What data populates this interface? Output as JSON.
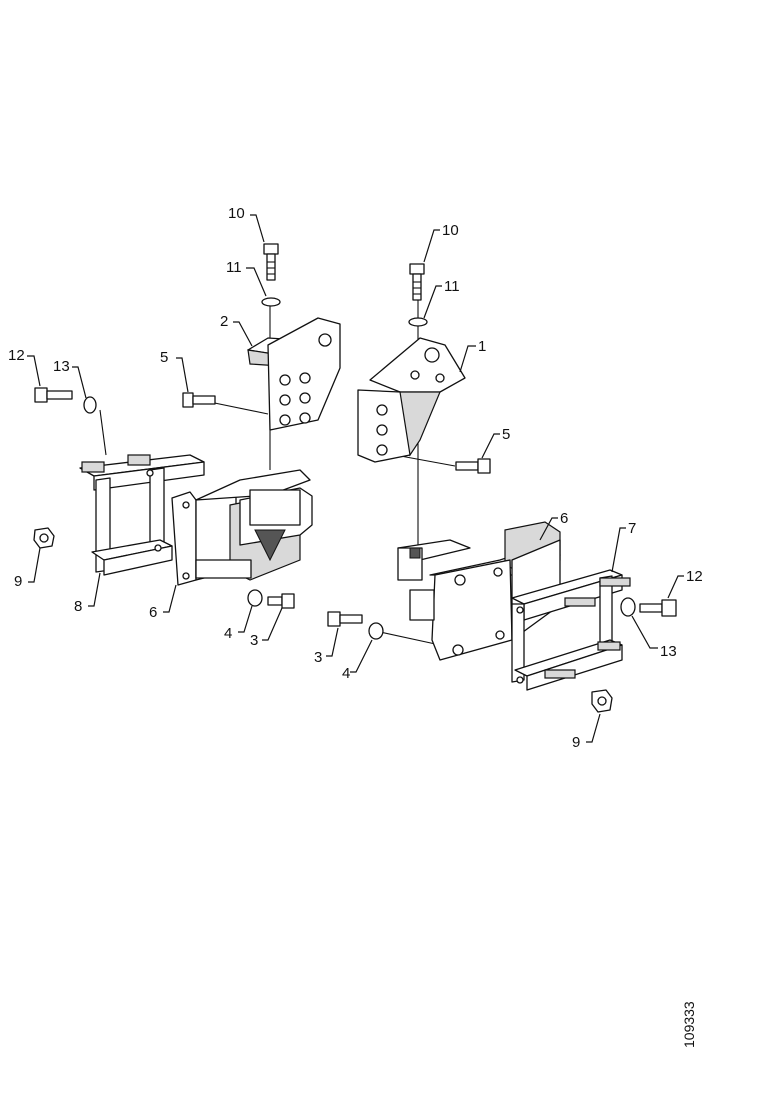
{
  "diagram": {
    "document_number": "109333",
    "left_assembly_callouts": [
      "10",
      "11",
      "2",
      "5",
      "12",
      "13",
      "9",
      "8",
      "6",
      "4",
      "3"
    ],
    "right_assembly_callouts": [
      "10",
      "11",
      "1",
      "5",
      "6",
      "7",
      "12",
      "13",
      "3",
      "4",
      "9"
    ]
  }
}
